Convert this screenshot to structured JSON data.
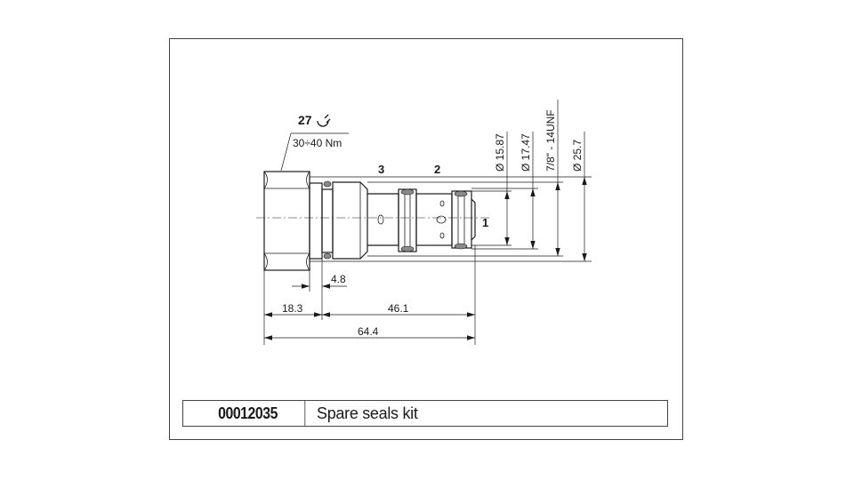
{
  "drawing": {
    "wrench_size": "27",
    "torque": "30÷40 Nm",
    "port_labels": {
      "port_1": "1",
      "port_2": "2",
      "port_3": "3"
    },
    "diameters": {
      "d1": "Ø 15.87",
      "d2": "Ø 17.47",
      "thread": "7/8\" - 14UNF",
      "d3": "Ø 25.7"
    },
    "lengths": {
      "seal_offset": "4.8",
      "hex_length": "18.3",
      "body_length": "46.1",
      "total_length": "64.4"
    }
  },
  "kit": {
    "code": "00012035",
    "description": "Spare seals kit"
  }
}
